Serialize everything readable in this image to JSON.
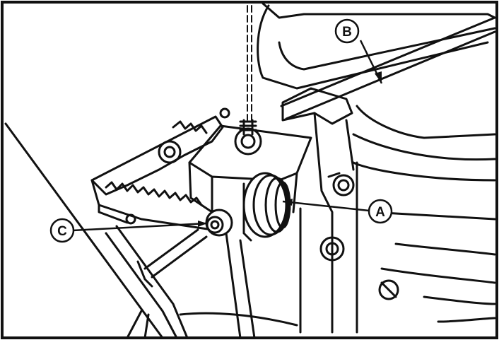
{
  "callouts": [
    {
      "id": "A",
      "label": "A"
    },
    {
      "id": "B",
      "label": "B"
    },
    {
      "id": "C",
      "label": "C"
    }
  ],
  "colors": {
    "ink": "#111111",
    "paper": "#ffffff",
    "shade": "#e9e9e9"
  }
}
